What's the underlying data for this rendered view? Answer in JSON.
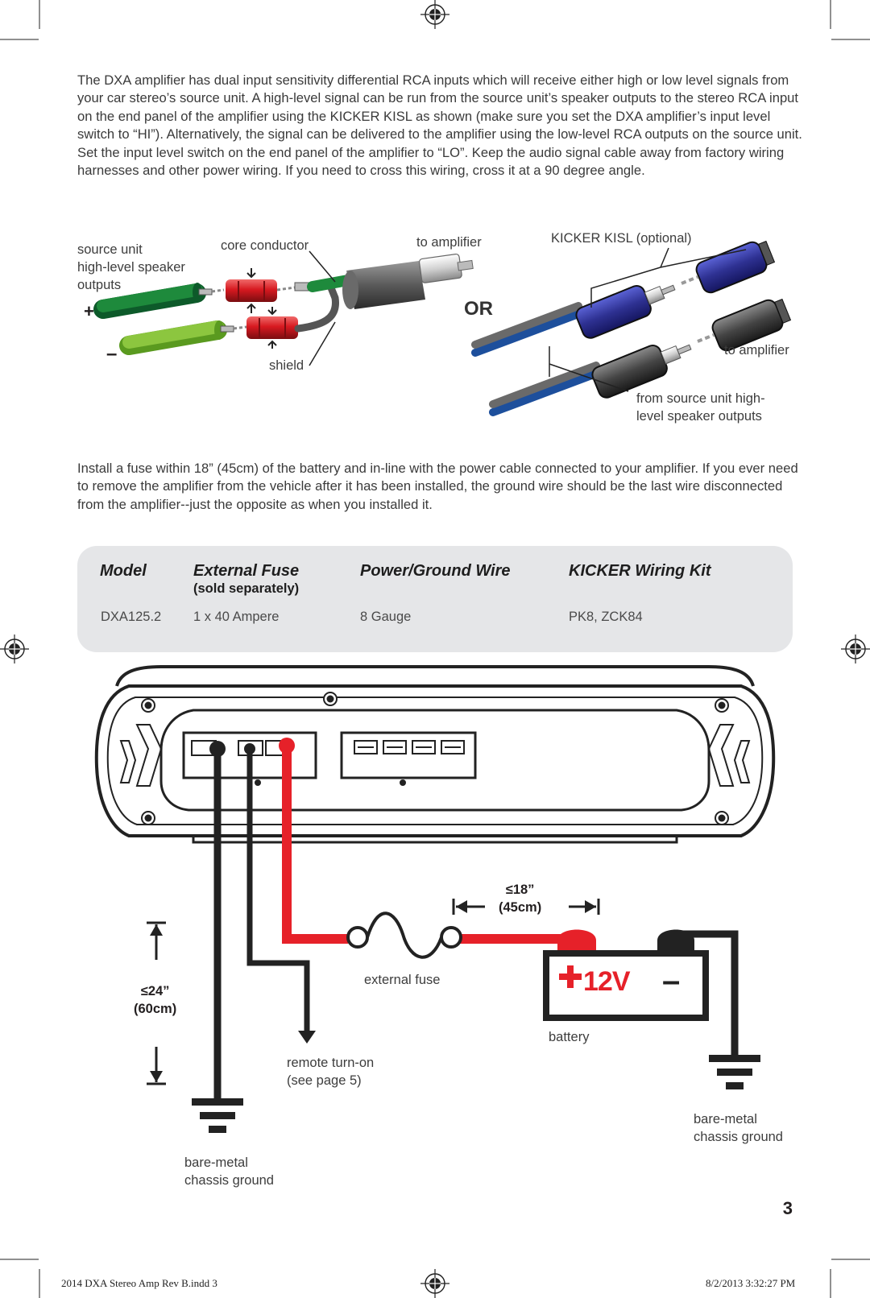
{
  "intro_paragraph": "The DXA amplifier has dual input sensitivity differential RCA inputs which will receive either high or low level signals from your car stereo’s source unit. A high-level signal can be run from the source unit’s speaker outputs to the stereo RCA input on the end panel of the amplifier using the KICKER KISL as shown (make sure you set the DXA amplifier’s input level switch to “HI”). Alternatively, the signal can be delivered to the amplifier using the low-level RCA outputs on the source unit. Set the input level switch on the end panel of the amplifier to “LO”. Keep the audio signal cable away from factory wiring harnesses and other power wiring. If you need to cross this wiring, cross it at a 90 degree angle.",
  "rca_diagram": {
    "source_label": [
      "source unit",
      "high-level speaker",
      "outputs"
    ],
    "core_conductor": "core conductor",
    "to_amplifier_top": "to amplifier",
    "shield": "shield",
    "plus": "+",
    "minus": "–",
    "or": "OR",
    "kisl_label": "KICKER KISL (optional)",
    "to_amplifier_right": "to amplifier",
    "from_source": [
      "from source unit high-",
      "level speaker outputs"
    ]
  },
  "fuse_paragraph": "Install a fuse within 18” (45cm) of the battery and in-line with the power cable connected to your amplifier. If you ever need to remove the amplifier from the vehicle after it has been installed, the ground wire should be the last wire disconnected from the amplifier--just the opposite as when you installed it.",
  "spec_table": {
    "headers": [
      "Model",
      "External Fuse",
      "Power/Ground Wire",
      "KICKER Wiring Kit"
    ],
    "fuse_sub": "(sold separately)",
    "row": [
      "DXA125.2",
      "1 x 40 Ampere",
      "8 Gauge",
      "PK8, ZCK84"
    ]
  },
  "wiring_diagram": {
    "dist18": [
      "≤18”",
      "(45cm)"
    ],
    "dist24": [
      "≤24”",
      "(60cm)"
    ],
    "external_fuse": "external fuse",
    "battery_plus": "+12V",
    "battery_minus": "–",
    "battery": "battery",
    "remote": [
      "remote turn-on",
      "(see page 5)"
    ],
    "ground_left": [
      "bare-metal",
      "chassis ground"
    ],
    "ground_right": [
      "bare-metal",
      "chassis ground"
    ]
  },
  "page_number": "3",
  "footer": {
    "left": "2014 DXA Stereo Amp Rev B.indd   3",
    "right": "8/2/2013   3:32:27 PM"
  },
  "colors": {
    "red_wire": "#e62129",
    "green_dark": "#1e8a3c",
    "green_light": "#8cc63f",
    "blue": "#2e3192",
    "box_gray": "#e5e6e8"
  }
}
